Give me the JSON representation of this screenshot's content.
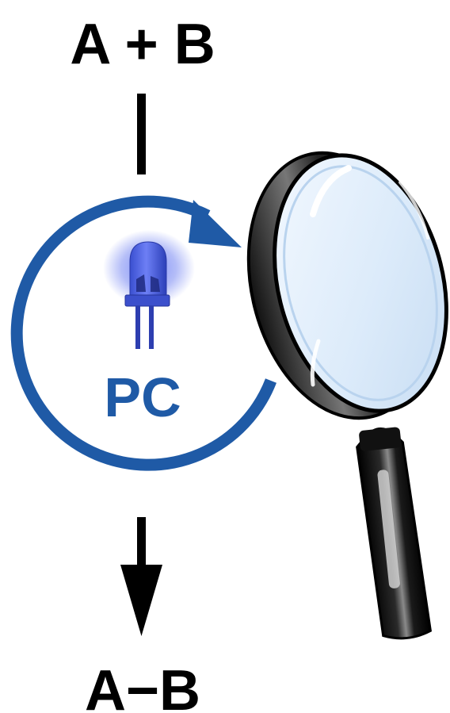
{
  "reactants_label": "A + B",
  "product_label": "A−B",
  "catalyst_label": "PC",
  "colors": {
    "cycle": "#1f5aa6",
    "led_body": "#3355cc",
    "led_glow": "#6677ee",
    "ink": "#000000",
    "lens": "#e6f1fb"
  },
  "icons": {
    "cycle": "circular-arrow-icon",
    "led": "led-photocatalyst-icon",
    "magnifier": "magnifying-glass-icon",
    "down_arrow": "down-arrow-icon"
  }
}
